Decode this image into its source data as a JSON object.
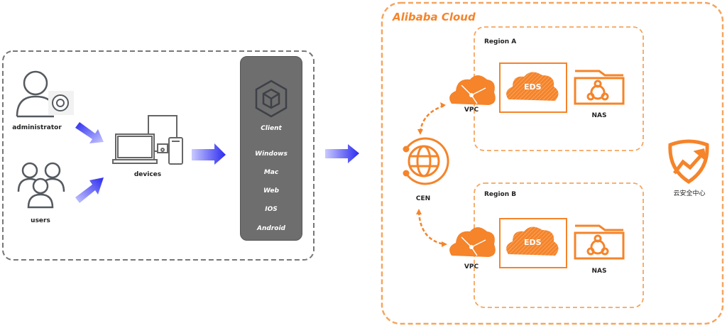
{
  "left_group": {
    "administrator_label": "administrator",
    "users_label": "users",
    "devices_label": "devices",
    "icons": [
      "admin-gear-icon",
      "users-group-icon",
      "devices-icon"
    ]
  },
  "client": {
    "title": "Client",
    "platforms": [
      "Windows",
      "Mac",
      "Web",
      "IOS",
      "Android"
    ],
    "icon": "cube-icon"
  },
  "cloud": {
    "title": "Alibaba Cloud",
    "cen_label": "CEN",
    "security_label": "云安全中心",
    "regions": [
      {
        "name": "Region A",
        "vpc_label": "VPC",
        "eds_label": "EDS",
        "nas_label": "NAS"
      },
      {
        "name": "Region B",
        "vpc_label": "VPC",
        "eds_label": "EDS",
        "nas_label": "NAS"
      }
    ]
  },
  "colors": {
    "accent_orange": "#f5842a",
    "arrow_blue": "#3b3bf5",
    "client_gray": "#6e6e6e",
    "border_gray": "#777777"
  }
}
